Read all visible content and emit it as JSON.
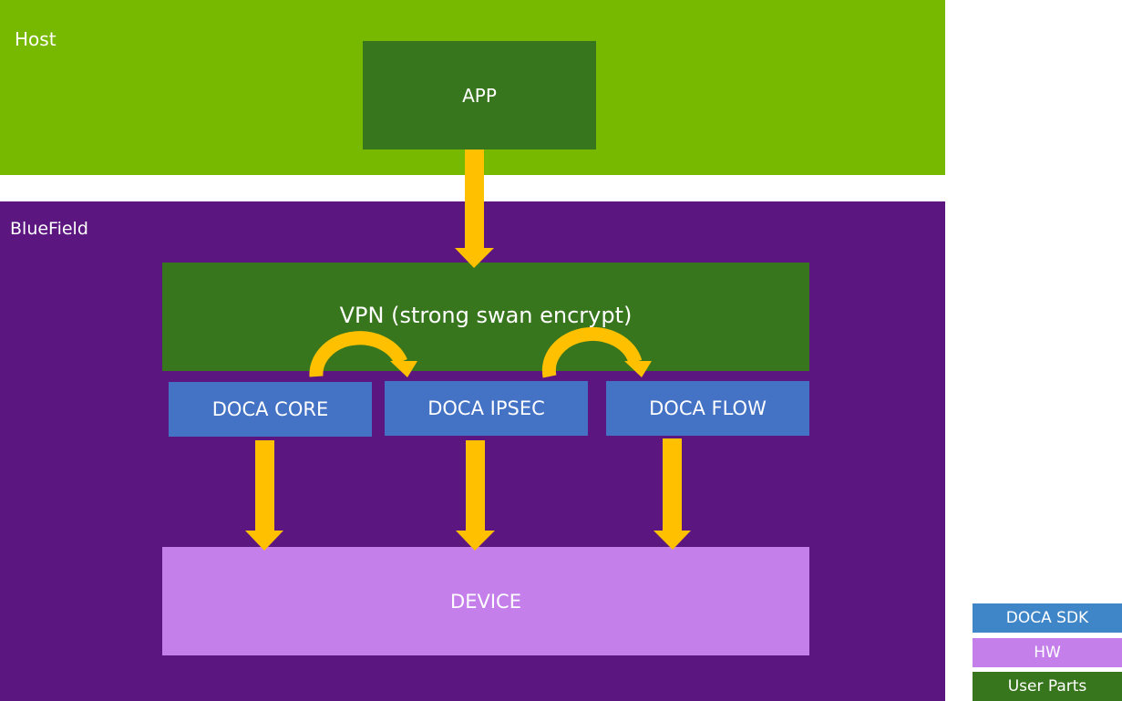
{
  "regions": {
    "host": {
      "label": "Host"
    },
    "bluefield": {
      "label": "BlueField"
    }
  },
  "boxes": {
    "app": "APP",
    "vpn": "VPN (strong swan encrypt)",
    "doca_core": "DOCA CORE",
    "doca_ipsec": "DOCA IPSEC",
    "doca_flow": "DOCA FLOW",
    "device": "DEVICE"
  },
  "legend": [
    {
      "label": "DOCA SDK",
      "color": "#3e86c8"
    },
    {
      "label": "HW",
      "color": "#c47fea"
    },
    {
      "label": "User Parts",
      "color": "#38761d"
    }
  ],
  "colors": {
    "host": "#76b900",
    "bluefield": "#5c167f",
    "user_parts": "#38761d",
    "doca_sdk": "#4472c4",
    "hw": "#c47fea",
    "arrow": "#ffc000"
  },
  "connections": [
    {
      "from": "APP",
      "to": "VPN (strong swan encrypt)"
    },
    {
      "from": "DOCA CORE",
      "to": "DOCA IPSEC",
      "style": "curved"
    },
    {
      "from": "DOCA IPSEC",
      "to": "DOCA FLOW",
      "style": "curved"
    },
    {
      "from": "DOCA CORE",
      "to": "DEVICE"
    },
    {
      "from": "DOCA IPSEC",
      "to": "DEVICE"
    },
    {
      "from": "DOCA FLOW",
      "to": "DEVICE"
    }
  ]
}
